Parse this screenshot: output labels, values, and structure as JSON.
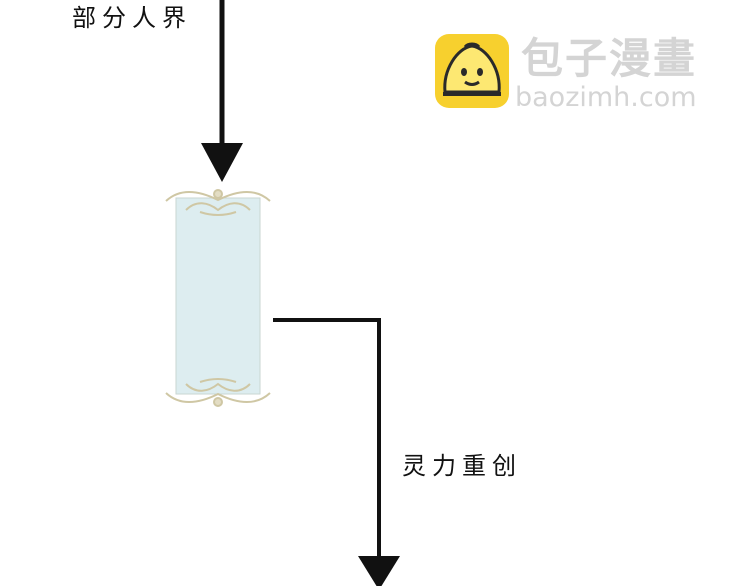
{
  "labels": {
    "top": "部分人界",
    "middle": "灵力重创"
  },
  "watermark": {
    "name_cn": "包子漫畫",
    "name_en": "baozimh.com",
    "icon": "bun-mascot-icon"
  },
  "colors": {
    "ink": "#111111",
    "card_fill": "#ddedf0",
    "card_ornament": "#cfc7a4",
    "watermark_gray": "#d4d4d4",
    "logo_yellow": "#f7d02e",
    "logo_face": "#fde872"
  }
}
